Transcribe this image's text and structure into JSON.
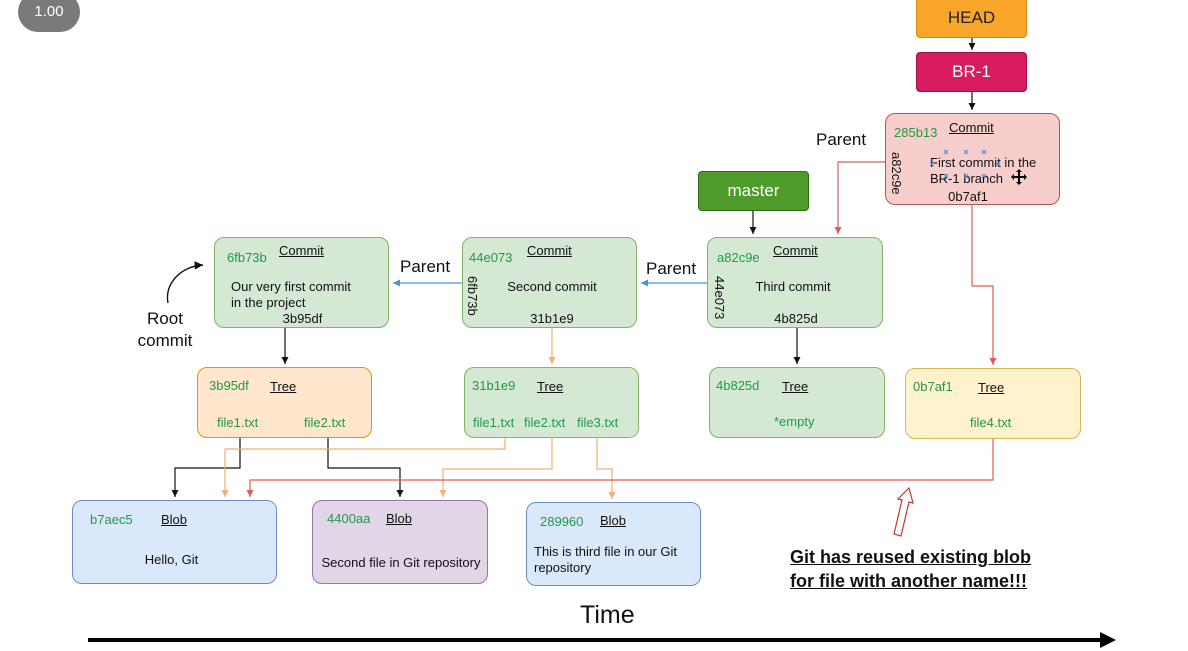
{
  "zoom": "1.00",
  "refs": {
    "head": "HEAD",
    "br1": "BR-1",
    "master": "master"
  },
  "edge_labels": {
    "parent": "Parent",
    "root": "Root\ncommit",
    "root_line1": "Root",
    "root_line2": "commit"
  },
  "commits": [
    {
      "hash": "6fb73b",
      "kind": "Commit",
      "message_line1": "Our very first commit",
      "message_line2": "in the project",
      "tree": "3b95df",
      "parent": ""
    },
    {
      "hash": "44e073",
      "kind": "Commit",
      "message_line1": "Second commit",
      "tree": "31b1e9",
      "parent": "6fb73b"
    },
    {
      "hash": "a82c9e",
      "kind": "Commit",
      "message_line1": "Third commit",
      "tree": "4b825d",
      "parent": "44e073"
    },
    {
      "hash": "285b13",
      "kind": "Commit",
      "message_line1": "First commit in the",
      "message_line2": "BR-1 branch",
      "tree": "0b7af1",
      "parent": "a82c9e"
    }
  ],
  "trees": [
    {
      "hash": "3b95df",
      "kind": "Tree",
      "files": [
        "file1.txt",
        "file2.txt"
      ]
    },
    {
      "hash": "31b1e9",
      "kind": "Tree",
      "files": [
        "file1.txt",
        "file2.txt",
        "file3.txt"
      ]
    },
    {
      "hash": "4b825d",
      "kind": "Tree",
      "files": [
        "*empty"
      ]
    },
    {
      "hash": "0b7af1",
      "kind": "Tree",
      "files": [
        "file4.txt"
      ]
    }
  ],
  "blobs": [
    {
      "hash": "b7aec5",
      "kind": "Blob",
      "content_line1": "Hello, Git"
    },
    {
      "hash": "4400aa",
      "kind": "Blob",
      "content_line1": "Second file in Git repository"
    },
    {
      "hash": "289960",
      "kind": "Blob",
      "content_line1": "This is third file in our Git",
      "content_line2": "repository"
    }
  ],
  "annotation": {
    "line1": "Git has reused existing blob",
    "line2": "for file with another name!!!"
  },
  "timeline": {
    "label": "Time"
  },
  "colors": {
    "head": "#f5a623",
    "branch": "#d81b60",
    "master": "#4b9a2a",
    "arrow_blue": "#4a90e2",
    "arrow_orange": "#f0b070",
    "arrow_red": "#e05a5a",
    "hash_green": "#1f9a48"
  }
}
